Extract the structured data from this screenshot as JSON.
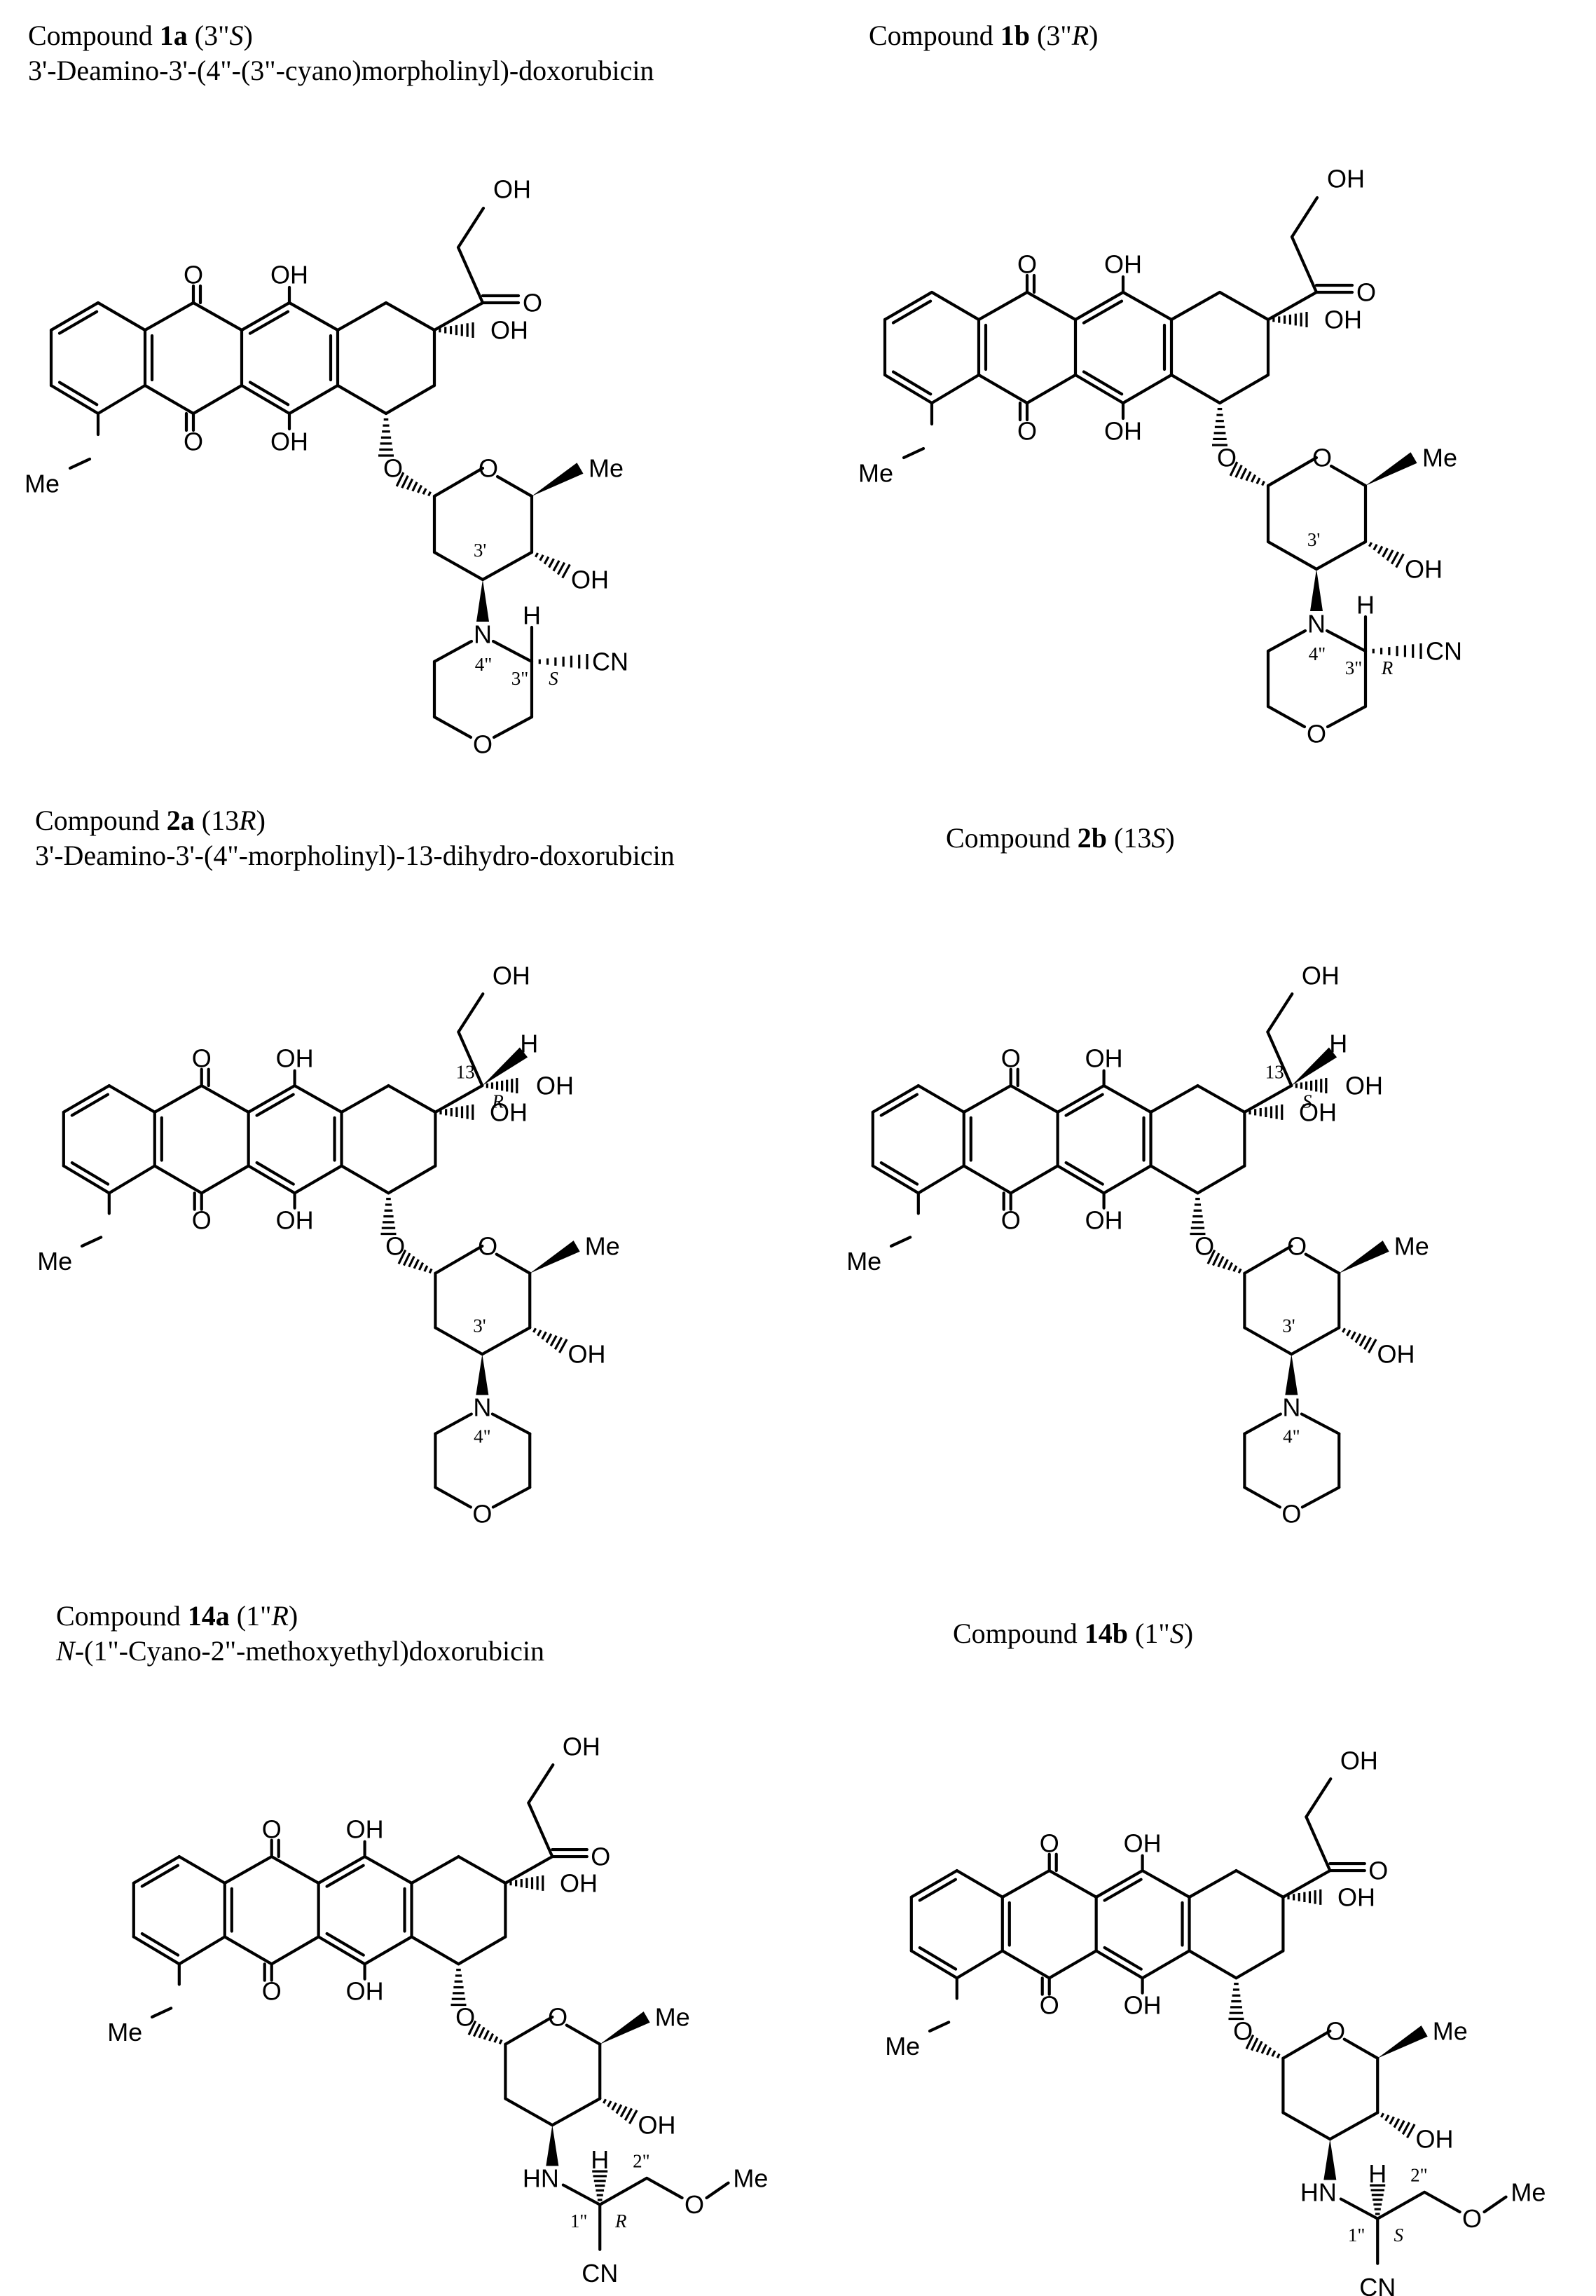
{
  "compounds": [
    {
      "id": "1a",
      "caption": {
        "prefix": "Compound ",
        "bold": "1a",
        "open": " (3\"",
        "stereo": "S",
        "close": ")"
      },
      "name": {
        "text": "3'-Deamino-3'-(4\"-(3\"-cyano)morpholinyl)-doxorubicin"
      },
      "side_chain": "ketone",
      "amine": "cyanomorpholine",
      "labels": {
        "o": "O",
        "oh": "OH",
        "me": "Me",
        "meo": "Me",
        "h": "H",
        "n": "N",
        "cn": "CN",
        "ketone_o": "O",
        "ring_o": "O",
        "morph_o": "O",
        "glyco_o": "O",
        "loc3p": "3'",
        "loc4": "4\"",
        "loc3": "3\"",
        "stereo": "S"
      }
    },
    {
      "id": "1b",
      "caption": {
        "prefix": "Compound ",
        "bold": "1b",
        "open": " (3\"",
        "stereo": "R",
        "close": ")"
      },
      "name": {
        "text": ""
      },
      "side_chain": "ketone",
      "amine": "cyanomorpholine",
      "labels": {
        "o": "O",
        "oh": "OH",
        "me": "Me",
        "meo": "Me",
        "h": "H",
        "n": "N",
        "cn": "CN",
        "ketone_o": "O",
        "ring_o": "O",
        "morph_o": "O",
        "glyco_o": "O",
        "loc3p": "3'",
        "loc4": "4\"",
        "loc3": "3\"",
        "stereo": "R"
      }
    },
    {
      "id": "2a",
      "caption": {
        "prefix": "Compound ",
        "bold": "2a",
        "open": " (13",
        "stereo": "R",
        "close": ")"
      },
      "name": {
        "text": "3'-Deamino-3'-(4\"-morpholinyl)-13-dihydro-doxorubicin"
      },
      "side_chain": "alcohol",
      "amine": "morpholine",
      "labels": {
        "o": "O",
        "oh": "OH",
        "me": "Me",
        "meo": "Me",
        "h": "H",
        "n": "N",
        "ring_o": "O",
        "morph_o": "O",
        "glyco_o": "O",
        "loc3p": "3'",
        "loc4": "4\"",
        "loc13": "13",
        "stereo": "R"
      }
    },
    {
      "id": "2b",
      "caption": {
        "prefix": "Compound ",
        "bold": "2b",
        "open": " (13",
        "stereo": "S",
        "close": ")"
      },
      "name": {
        "text": ""
      },
      "side_chain": "alcohol",
      "amine": "morpholine",
      "labels": {
        "o": "O",
        "oh": "OH",
        "me": "Me",
        "meo": "Me",
        "h": "H",
        "n": "N",
        "ring_o": "O",
        "morph_o": "O",
        "glyco_o": "O",
        "loc3p": "3'",
        "loc4": "4\"",
        "loc13": "13",
        "stereo": "S"
      }
    },
    {
      "id": "14a",
      "caption": {
        "prefix": "Compound ",
        "bold": "14a",
        "open": " (1\"",
        "stereo": "R",
        "close": ")"
      },
      "name": {
        "italic": "N",
        "text": "-(1\"-Cyano-2\"-methoxyethyl)doxorubicin"
      },
      "side_chain": "ketone",
      "amine": "cyanoethyl",
      "labels": {
        "o": "O",
        "oh": "OH",
        "me": "Me",
        "meo": "Me",
        "h": "H",
        "hn": "HN",
        "cn": "CN",
        "ether_o": "O",
        "ether_me": "Me",
        "ketone_o": "O",
        "ring_o": "O",
        "glyco_o": "O",
        "loc1": "1\"",
        "loc2": "2\"",
        "stereo": "R"
      }
    },
    {
      "id": "14b",
      "caption": {
        "prefix": "Compound ",
        "bold": "14b",
        "open": " (1\"",
        "stereo": "S",
        "close": ")"
      },
      "name": {
        "text": ""
      },
      "side_chain": "ketone",
      "amine": "cyanoethyl",
      "labels": {
        "o": "O",
        "oh": "OH",
        "me": "Me",
        "meo": "Me",
        "h": "H",
        "hn": "HN",
        "cn": "CN",
        "ether_o": "O",
        "ether_me": "Me",
        "ketone_o": "O",
        "ring_o": "O",
        "glyco_o": "O",
        "loc1": "1\"",
        "loc2": "2\"",
        "stereo": "S"
      }
    }
  ]
}
